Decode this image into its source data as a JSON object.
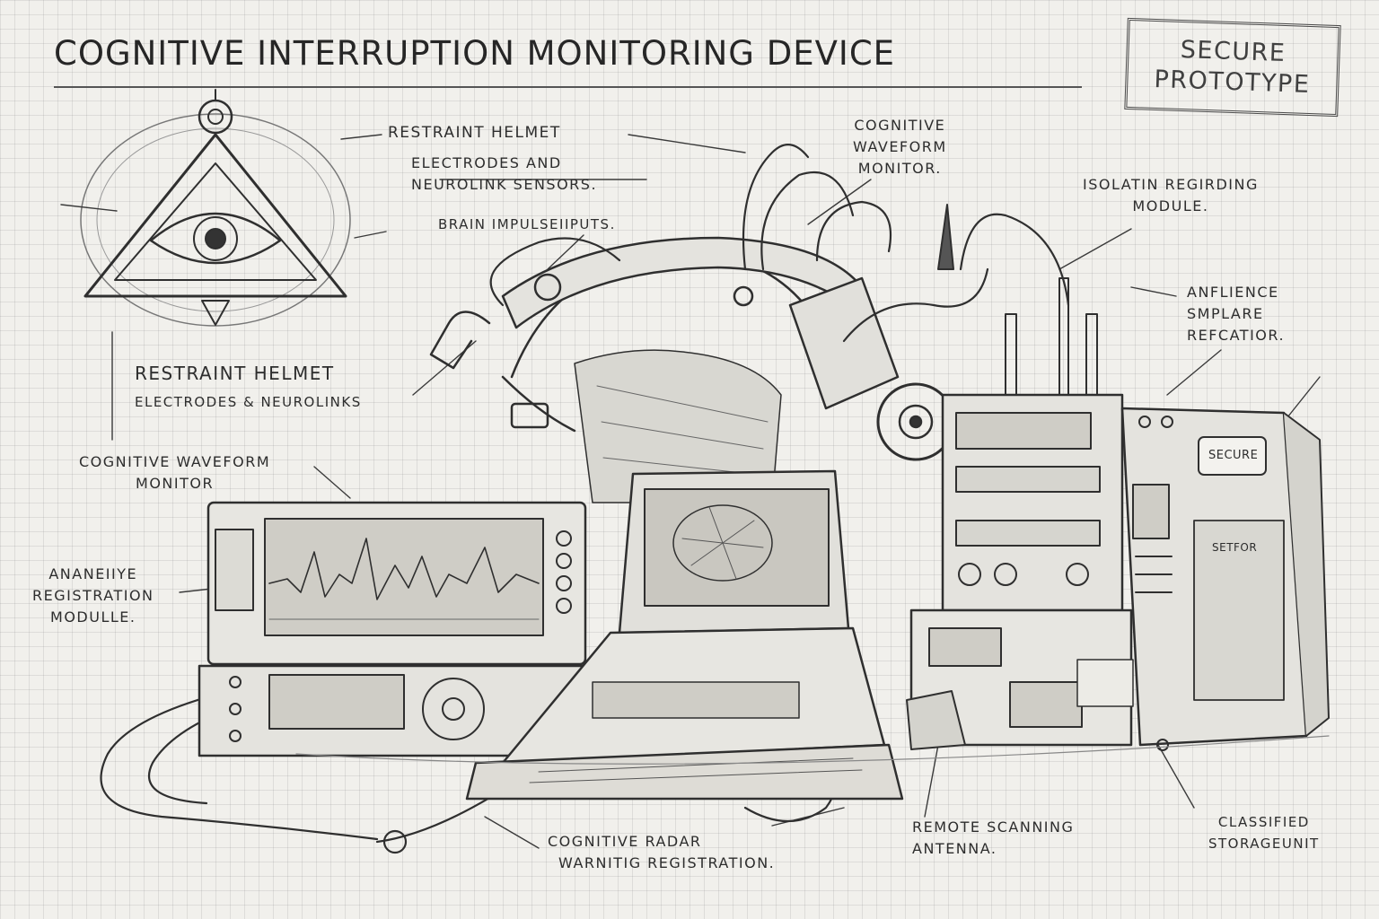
{
  "title": "COGNITIVE INTERRUPTION MONITORING DEVICE",
  "stamp": {
    "line1": "SECURE",
    "line2": "PROTOTYPE"
  },
  "labels": {
    "restraint_helmet_top": "RESTRAINT HELMET",
    "electrodes_line1": "ELECTRODES AND",
    "electrodes_line2": "NEUROLINK SENSORS.",
    "brain_impulse": "BRAIN IMPULSEIIPUTS.",
    "restraint_helmet_left": "RESTRAINT HELMET",
    "electrodes_neurolinks": "ELECTRODES & NEUROLINKS",
    "waveform_left_line1": "COGNITIVE WAVEFORM",
    "waveform_left_line2": "MONITOR",
    "registration_line1": "ANANEIIYE",
    "registration_line2": "REGISTRATION",
    "registration_line3": "MODULLE.",
    "waveform_top_line1": "COGNITIVE",
    "waveform_top_line2": "WAVEFORM",
    "waveform_top_line3": "MONITOR.",
    "isolation_line1": "ISOLATIN REGIRDING",
    "isolation_line2": "MODULE.",
    "anfluence_line1": "ANFLIENCE",
    "anfluence_line2": "SMPLARE",
    "anfluence_line3": "REFCATIOR.",
    "radar_line1": "COGNITIVE RADAR",
    "radar_line2": "WARNITIG REGISTRATION.",
    "antenna_line1": "REMOTE SCANNING",
    "antenna_line2": "ANTENNA.",
    "storage_line1": "CLASSIFIED",
    "storage_line2": "STORAGEUNIT"
  },
  "device_labels": {
    "secure_plate": "SECURE",
    "sensor_plate": "SETFOR"
  },
  "colors": {
    "paper": "#f1f0ec",
    "grid": "#cfcfcf",
    "ink": "#2a2a2a"
  }
}
